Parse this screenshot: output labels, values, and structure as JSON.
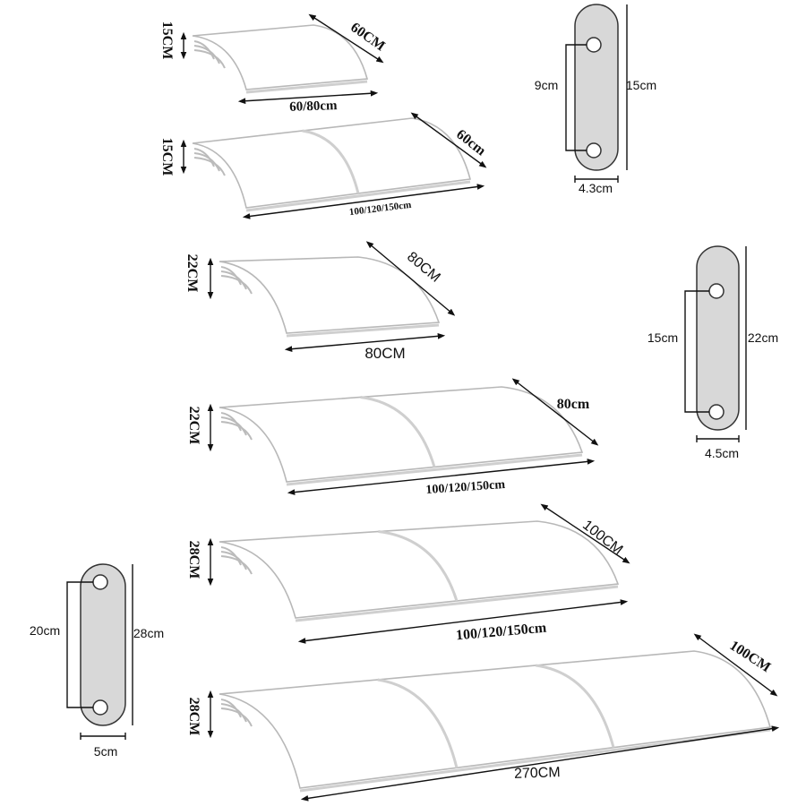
{
  "canopies": [
    {
      "height": "15CM",
      "depth": "60CM",
      "width": "60/80cm",
      "panels": 1
    },
    {
      "height": "15CM",
      "depth": "60cm",
      "width": "100/120/150cm",
      "panels": 2
    },
    {
      "height": "22CM",
      "depth": "80CM",
      "width": "80CM",
      "panels": 1
    },
    {
      "height": "22CM",
      "depth": "80cm",
      "width": "100/120/150cm",
      "panels": 2
    },
    {
      "height": "28CM",
      "depth": "100CM",
      "width": "100/120/150cm",
      "panels": 2
    },
    {
      "height": "28CM",
      "depth": "100CM",
      "width": "270CM",
      "panels": 3
    }
  ],
  "brackets": [
    {
      "hole_spacing": "9cm",
      "height": "15cm",
      "width": "4.3cm"
    },
    {
      "hole_spacing": "15cm",
      "height": "22cm",
      "width": "4.5cm"
    },
    {
      "hole_spacing": "20cm",
      "height": "28cm",
      "width": "5cm"
    }
  ]
}
